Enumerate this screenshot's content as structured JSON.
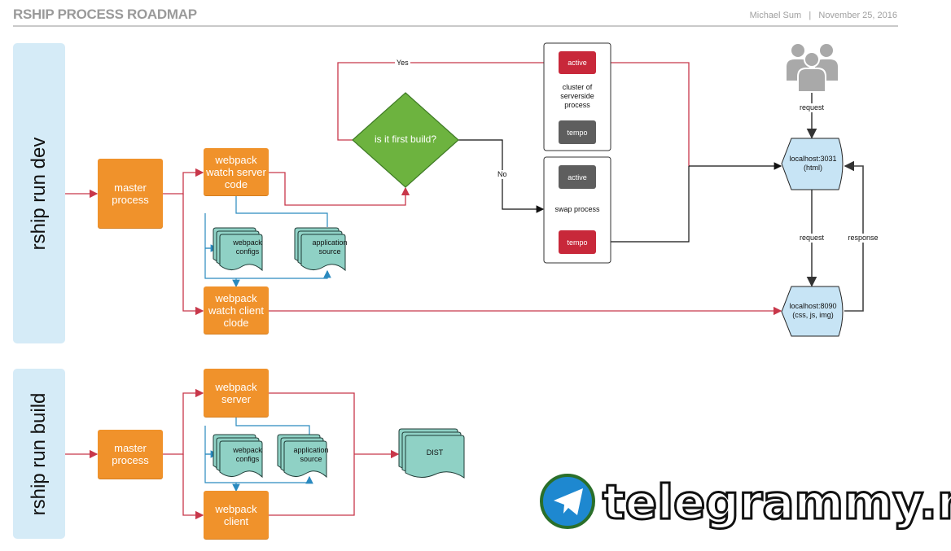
{
  "header": {
    "title": "RSHIP PROCESS ROADMAP",
    "author": "Michael Sum",
    "separator": "|",
    "date": "November 25, 2016"
  },
  "colors": {
    "orange": "#f0922b",
    "red": "#c8283a",
    "gray": "#5e5e5e",
    "teal": "#8fd1c5",
    "lane": "#d5ebf7",
    "server": "#c7e4f5",
    "diamond": "#6db33f",
    "blue_line": "#2a8abf"
  },
  "dev": {
    "lane_label": "rship run dev",
    "master": "master process",
    "watch_server": "webpack watch server code",
    "watch_client": "webpack watch  client clode",
    "configs": "webpack configs",
    "source": "application source",
    "decision": "is it first build?",
    "yes": "Yes",
    "no": "No",
    "cluster": {
      "active": "active",
      "label": "cluster of serverside process",
      "tempo": "tempo"
    },
    "swap": {
      "active": "active",
      "label": "swap process",
      "tempo": "tempo"
    },
    "users_icon": "users-icon",
    "request1": "request",
    "html_server": {
      "line1": "localhost:3031",
      "line2": "(html)"
    },
    "request2": "request",
    "response": "response",
    "asset_server": {
      "line1": "localhost:8090",
      "line2": "(css, js, img)"
    }
  },
  "build": {
    "lane_label": "rship run build",
    "master": "master process",
    "server": "webpack server",
    "client": "webpack client",
    "configs": "webpack configs",
    "source": "application source",
    "dist": "DIST"
  },
  "watermark": "telegrammy.net"
}
